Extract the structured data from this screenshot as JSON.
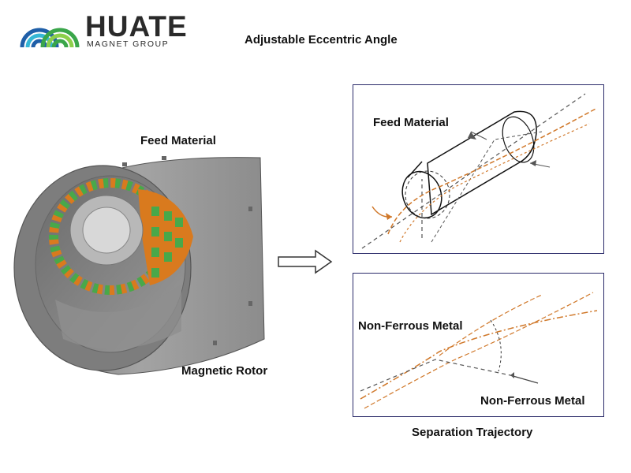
{
  "brand": {
    "name": "HUATE",
    "subtitle": "MAGNET GROUP",
    "colors": {
      "blue": "#1f5fa8",
      "green": "#3aa64a",
      "cyan": "#35b7d6",
      "dark": "#2a2a2a"
    }
  },
  "header": {
    "title": "Adjustable Eccentric Angle"
  },
  "machine": {
    "feed_label": "Feed Material",
    "rotor_label": "Magnetic Rotor",
    "colors": {
      "shell": "#8a8a8a",
      "magnet_orange": "#d97a1e",
      "magnet_green": "#49a84a"
    }
  },
  "top_panel": {
    "feed_label": "Feed Material"
  },
  "bottom_panel": {
    "label_upper": "Non-Ferrous Metal",
    "label_lower": "Non-Ferrous Metal",
    "caption": "Separation Trajectory"
  },
  "colors": {
    "panel_border": "#2b2b6a",
    "trajectory_orange": "#d0782a",
    "trajectory_dark": "#555555"
  }
}
